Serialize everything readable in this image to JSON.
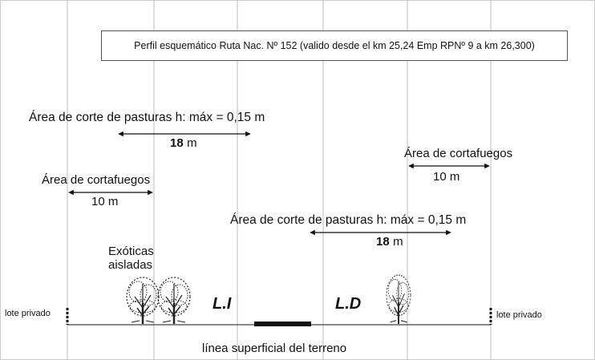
{
  "title": "Perfil esquemático Ruta Nac. Nº 152 (valido desde el km 25,24 Emp RPNº 9 a km 26,300)",
  "labels": {
    "left_pasture_area": "Área de corte de pasturas h: máx = 0,15 m",
    "left_pasture_width_num": "18",
    "left_pasture_width_unit": "m",
    "left_firebreak_area": "Área de cortafuegos",
    "left_firebreak_width": "10 m",
    "right_firebreak_area": "Área de cortafuegos",
    "right_firebreak_width": "10 m",
    "right_pasture_area": "Área de corte de pasturas h: máx = 0,15 m",
    "right_pasture_width_num": "18",
    "right_pasture_width_unit": "m",
    "exotic_trees": "Exóticas aisladas",
    "left_lane": "L.I",
    "right_lane": "L.D",
    "private_lot_left": "lote privado",
    "private_lot_right": "lote privado",
    "ground_line": "línea superficial del terreno"
  },
  "colors": {
    "line": "#111111",
    "grid": "#bbbbbb",
    "tree": "#222222"
  }
}
